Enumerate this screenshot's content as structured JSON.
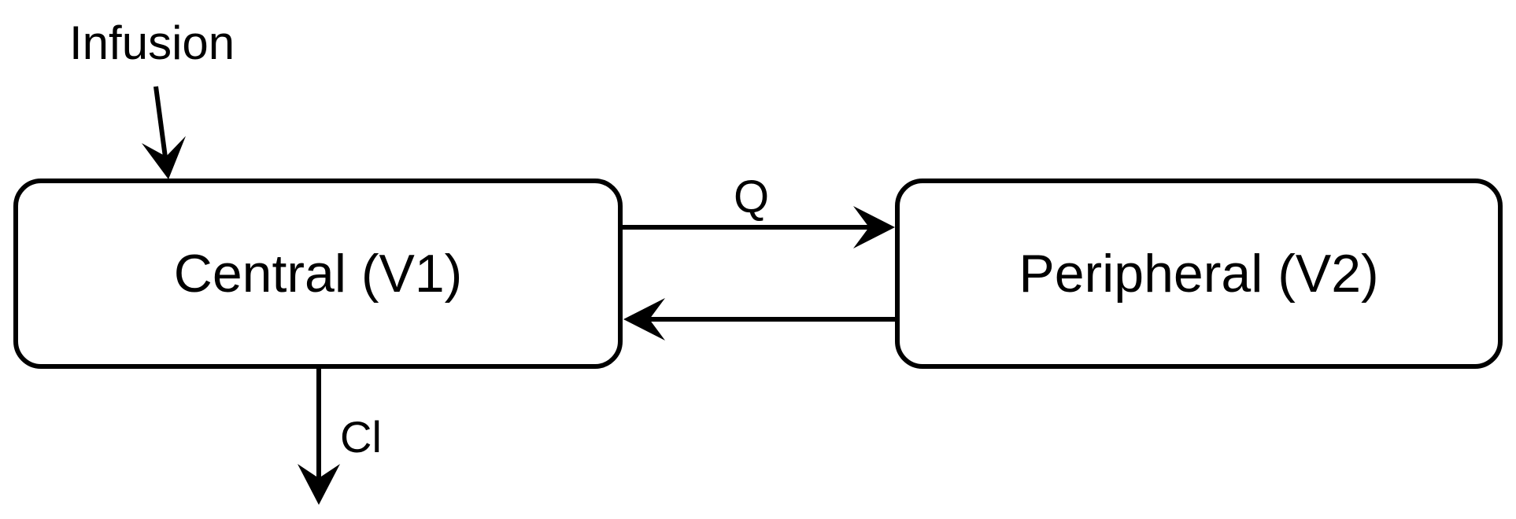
{
  "diagram": {
    "compartments": {
      "central": "Central (V1)",
      "peripheral": "Peripheral (V2)"
    },
    "labels": {
      "infusion": "Infusion",
      "intercompartmental_clearance": "Q",
      "clearance": "Cl"
    },
    "colors": {
      "stroke": "#000000",
      "background": "#ffffff"
    }
  }
}
